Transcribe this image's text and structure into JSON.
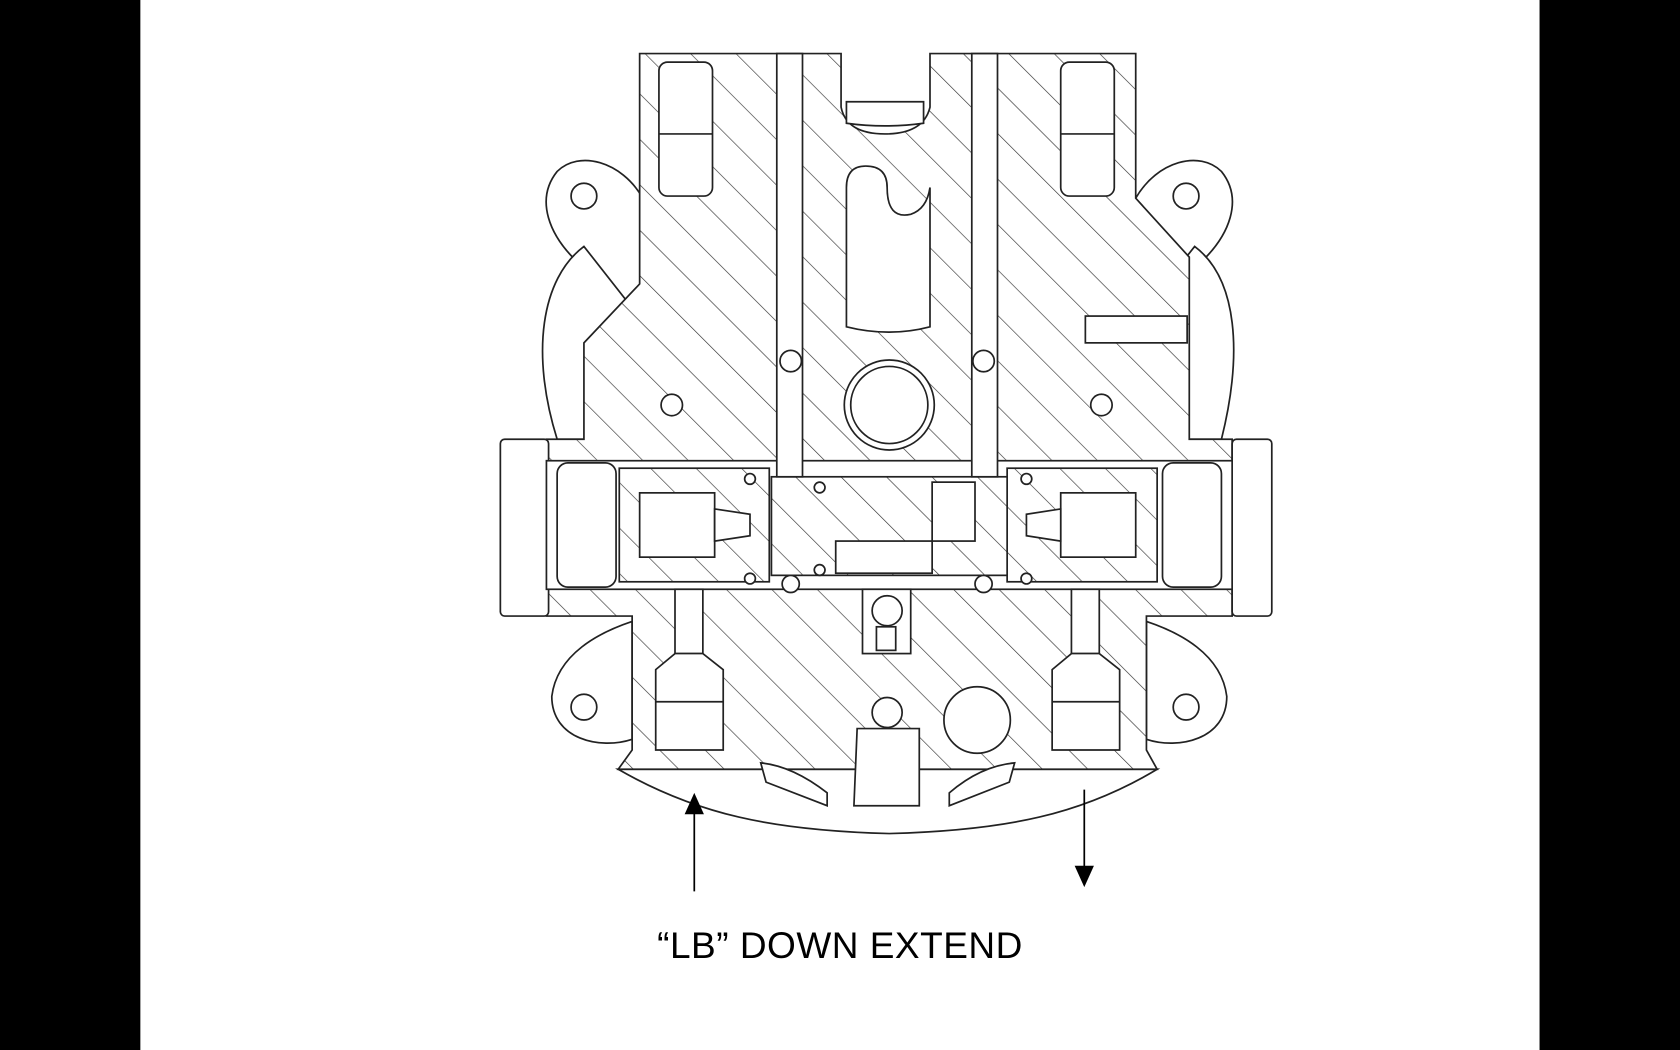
{
  "drawing": {
    "caption": "“LB” DOWN EXTEND",
    "subject": "valve-block-cross-section",
    "arrows": [
      {
        "direction": "up",
        "meaning": "flow-in"
      },
      {
        "direction": "down",
        "meaning": "flow-out"
      }
    ],
    "colors": {
      "background": "#ffffff",
      "letterbox": "#000000",
      "line": "#222222"
    }
  }
}
